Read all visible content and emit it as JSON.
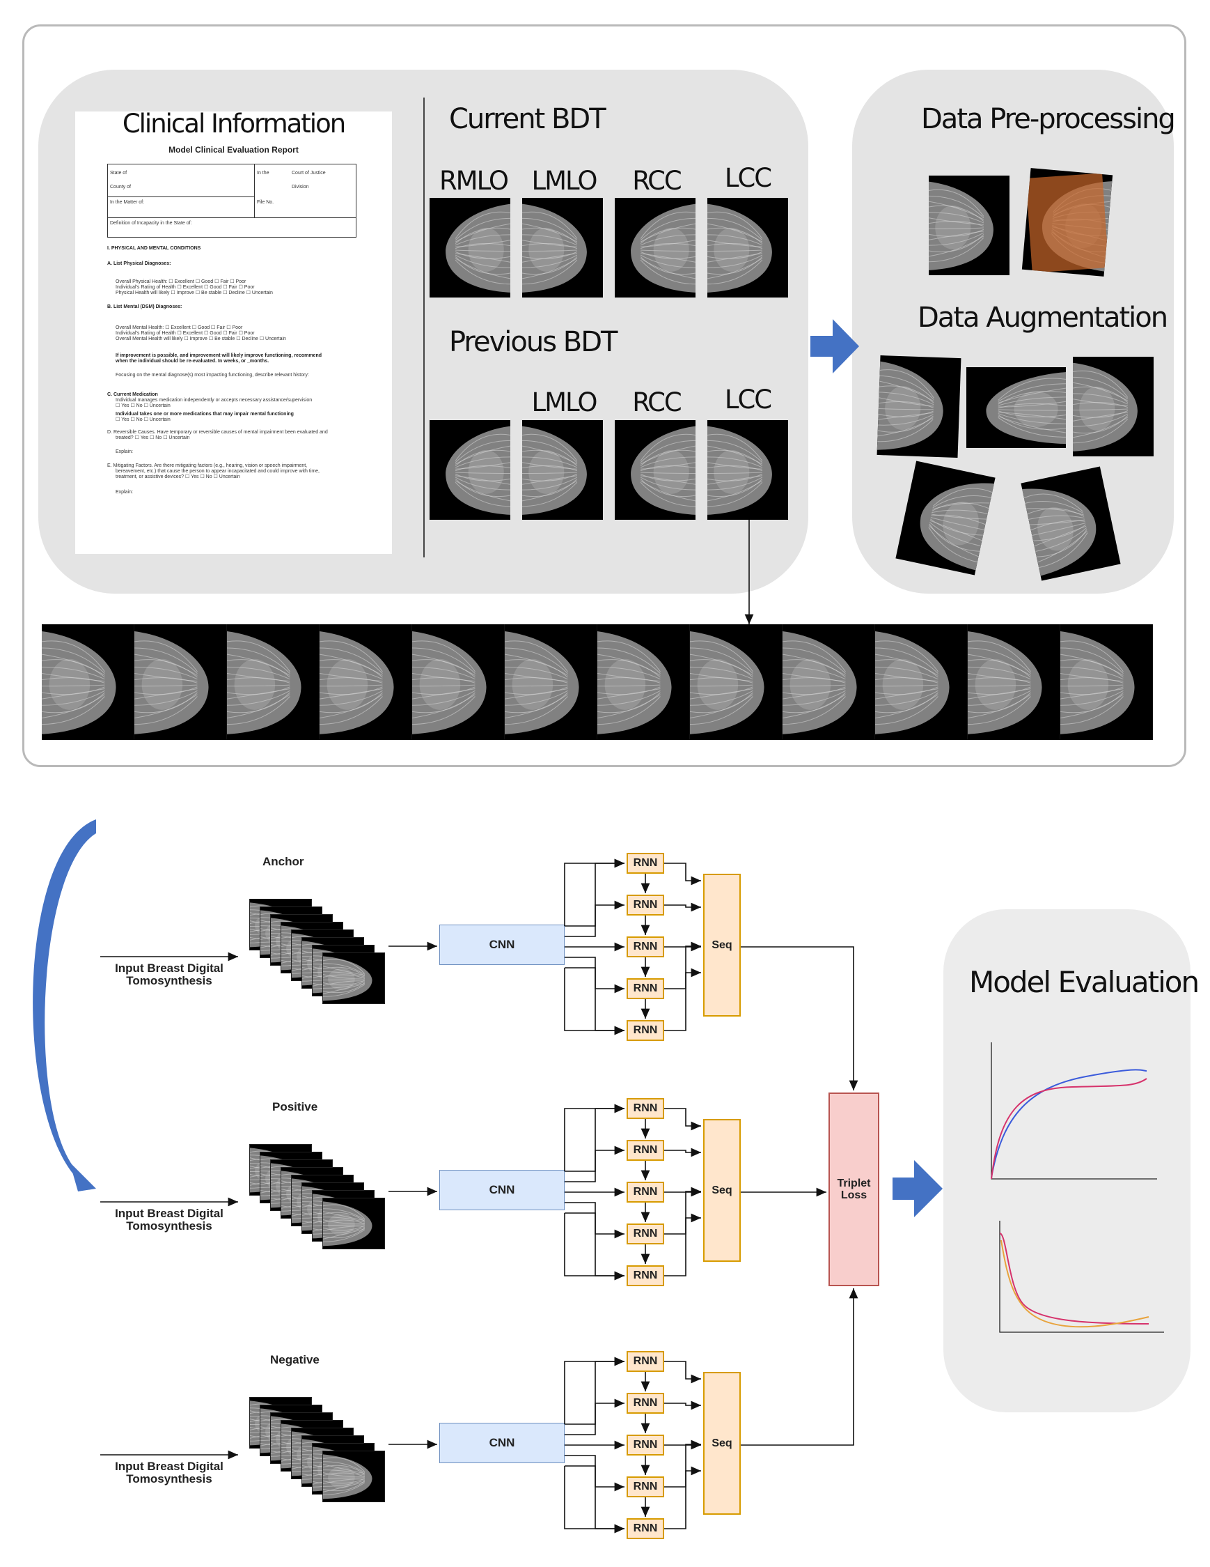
{
  "top": {
    "clinical_title": "Clinical Information",
    "document": {
      "title": "Model Clinical Evaluation Report",
      "fields": [
        "State of",
        "In the",
        "Court of Justice",
        "County of",
        "Division",
        "In the Matter of:",
        "File No.",
        "Definition of Incapacity in the State of:"
      ],
      "lines": [
        {
          "text": "I.   PHYSICAL AND MENTAL CONDITIONS",
          "bold": true
        },
        {
          "text": "A.  List Physical Diagnoses:",
          "bold": true
        },
        {
          "text": "Overall Physical Health:                  ☐ Excellent   ☐ Good      ☐ Fair      ☐ Poor",
          "bold": false
        },
        {
          "text": "Individual's Rating of Health              ☐ Excellent   ☐ Good      ☐ Fair      ☐ Poor",
          "bold": false
        },
        {
          "text": "Physical Health will likely                ☐ Improve     ☐ Be stable ☐ Decline   ☐ Uncertain",
          "bold": false
        },
        {
          "text": "B.  List Mental (DSM) Diagnoses:",
          "bold": true
        },
        {
          "text": "Overall Mental Health:                    ☐ Excellent   ☐ Good      ☐ Fair      ☐ Poor",
          "bold": false
        },
        {
          "text": "Individual's Rating of Health              ☐ Excellent   ☐ Good      ☐ Fair      ☐ Poor",
          "bold": false
        },
        {
          "text": "Overall Mental Health will likely          ☐ Improve     ☐ Be stable ☐ Decline   ☐ Uncertain",
          "bold": false
        },
        {
          "text": "If improvement is possible, and improvement will likely improve functioning, recommend",
          "bold": true
        },
        {
          "text": "when the individual should be re-evaluated.  In          weeks, or        _months.",
          "bold": true
        },
        {
          "text": "Focusing on the mental diagnose(s) most impacting functioning, describe relevant history:",
          "bold": false
        },
        {
          "text": "C.  Current Medication",
          "bold": true
        },
        {
          "text": "Individual manages medication independently or accepts necessary assistance/supervision",
          "bold": false
        },
        {
          "text": "                                         ☐ Yes  ☐ No  ☐ Uncertain",
          "bold": false
        },
        {
          "text": "Individual takes one or more medications that may impair mental functioning",
          "bold": true
        },
        {
          "text": "                                         ☐ Yes  ☐ No  ☐ Uncertain",
          "bold": false
        },
        {
          "text": "D.  Reversible Causes. Have temporary or reversible causes of mental impairment been evaluated and",
          "bold": false
        },
        {
          "text": "treated?                                 ☐ Yes  ☐ No  ☐ Uncertain",
          "bold": false
        },
        {
          "text": "Explain:",
          "bold": false
        },
        {
          "text": "E.  Mitigating Factors. Are there mitigating factors (e.g., hearing, vision or speech impairment,",
          "bold": false
        },
        {
          "text": "bereavement, etc.) that cause the person to appear incapacitated and could improve with time,",
          "bold": false
        },
        {
          "text": "treatment, or assistive devices?         ☐ Yes  ☐ No  ☐ Uncertain",
          "bold": false
        },
        {
          "text": "Explain:",
          "bold": false
        }
      ]
    },
    "current_title": "Current BDT",
    "previous_title": "Previous BDT",
    "current_views": [
      "RMLO",
      "LMLO",
      "RCC",
      "LCC"
    ],
    "previous_views": [
      "LMLO",
      "RCC",
      "LCC"
    ],
    "preprocessing_title": "Data Pre-processing",
    "augmentation_title": "Data Augmentation"
  },
  "network": {
    "branches": [
      {
        "name": "Anchor",
        "input": "Input Breast Digital Tomosynthesis"
      },
      {
        "name": "Positive",
        "input": "Input Breast Digital Tomosynthesis"
      },
      {
        "name": "Negative",
        "input": "Input Breast Digital Tomosynthesis"
      }
    ],
    "cnn_label": "CNN",
    "rnn_label": "RNN",
    "seq_label": "Seq",
    "loss_label": "Triplet Loss",
    "evaluation_title": "Model Evaluation"
  },
  "colors": {
    "arrow_blue": "#4472c4",
    "curve_blue": "#3b5bdb",
    "curve_red": "#d6336c",
    "curve_orange": "#e8a33c",
    "cnn_fill": "#dae8fc",
    "rnn_fill": "#ffe6cc",
    "loss_fill": "#f8cecc"
  }
}
